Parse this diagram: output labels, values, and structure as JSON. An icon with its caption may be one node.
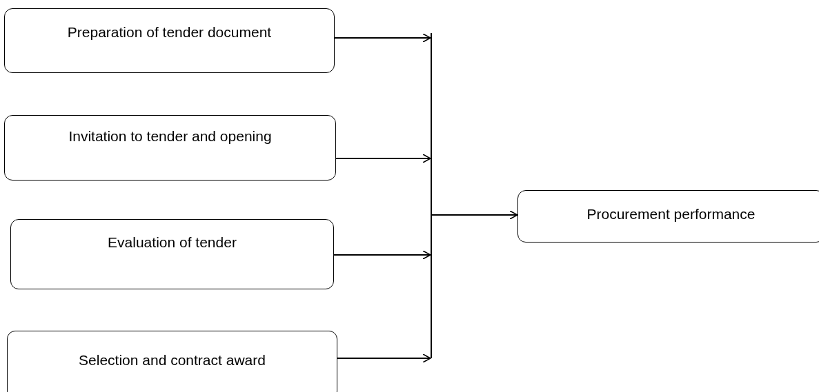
{
  "diagram": {
    "nodes": [
      {
        "text": [
          "Preparation of tender document"
        ]
      },
      {
        "text": [
          "Invitation to tender and opening"
        ]
      },
      {
        "text": [
          "Evaluation of tender"
        ]
      },
      {
        "text": [
          "Selection and contract award"
        ]
      },
      {
        "text": [],
        "shape": "bar"
      },
      {
        "text": [
          "Procurement performance"
        ]
      }
    ],
    "edges": [
      {
        "from": 0,
        "to": 4,
        "arrow": "to"
      },
      {
        "from": 1,
        "to": 4,
        "arrow": "to"
      },
      {
        "from": 2,
        "to": 4,
        "arrow": "to"
      },
      {
        "from": 3,
        "to": 4,
        "arrow": "to"
      },
      {
        "from": 4,
        "to": 5,
        "arrow": "to"
      }
    ]
  }
}
